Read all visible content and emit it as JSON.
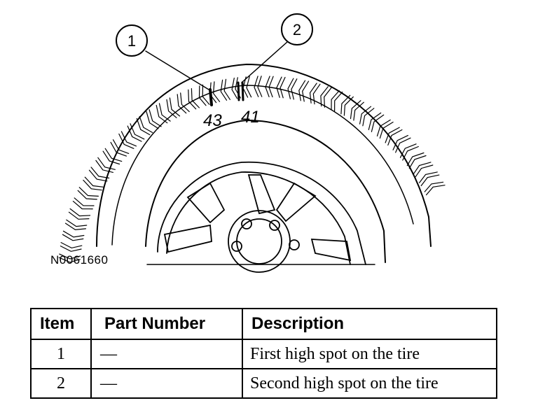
{
  "figure": {
    "id": "N0061660",
    "callouts": [
      {
        "number": "1",
        "mark_label": "43"
      },
      {
        "number": "2",
        "mark_label": "41"
      }
    ]
  },
  "table": {
    "headers": {
      "item": "Item",
      "part_number": "Part Number",
      "description": "Description"
    },
    "rows": [
      {
        "item": "1",
        "part_number": "—",
        "description": "First high spot on the tire"
      },
      {
        "item": "2",
        "part_number": "—",
        "description": "Second high spot on the tire"
      }
    ]
  }
}
